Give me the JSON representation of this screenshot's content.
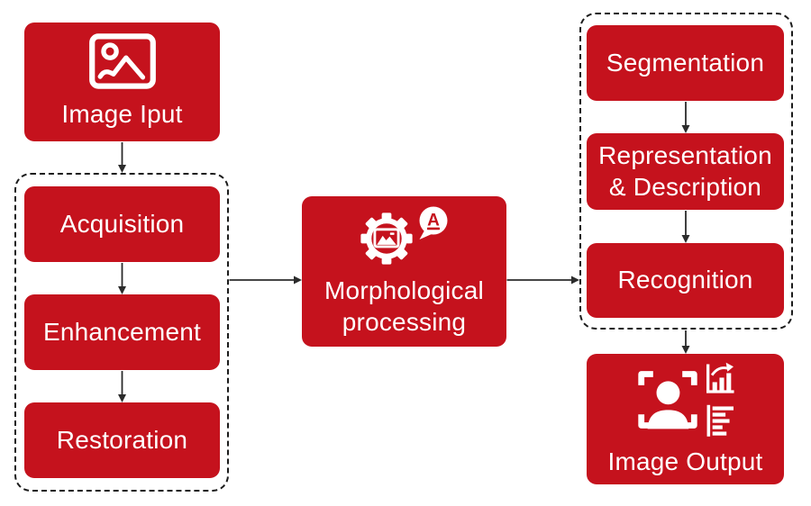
{
  "colors": {
    "box_red": "#c5121d",
    "text": "#ffffff",
    "arrow": "#2b2b2b",
    "dash_border": "#1c1c1c",
    "background": "#ffffff"
  },
  "nodes": {
    "image_input": {
      "label": "Image Iput",
      "icon": "image-picture-icon"
    },
    "acquisition": {
      "label": "Acquisition"
    },
    "enhancement": {
      "label": "Enhancement"
    },
    "restoration": {
      "label": "Restoration"
    },
    "morphological": {
      "label": "Morphological\nprocessing",
      "icons": [
        "gear-image-icon",
        "speech-bubble-a-icon"
      ],
      "bubble_letter": "A"
    },
    "segmentation": {
      "label": "Segmentation"
    },
    "representation": {
      "label": "Representation\n& Description"
    },
    "recognition": {
      "label": "Recognition"
    },
    "image_output": {
      "label": "Image Output",
      "icons": [
        "face-scan-icon",
        "bar-chart-up-icon",
        "report-bars-icon"
      ]
    }
  },
  "groups": {
    "preprocessing_group": {
      "members": [
        "Acquisition",
        "Enhancement",
        "Restoration"
      ]
    },
    "analysis_group": {
      "members": [
        "Segmentation",
        "Representation & Description",
        "Recognition"
      ]
    }
  },
  "edges": [
    {
      "from": "image_input",
      "to": "preprocessing_group"
    },
    {
      "from": "acquisition",
      "to": "enhancement"
    },
    {
      "from": "enhancement",
      "to": "restoration"
    },
    {
      "from": "preprocessing_group",
      "to": "morphological"
    },
    {
      "from": "morphological",
      "to": "analysis_group"
    },
    {
      "from": "segmentation",
      "to": "representation"
    },
    {
      "from": "representation",
      "to": "recognition"
    },
    {
      "from": "analysis_group",
      "to": "image_output"
    }
  ]
}
